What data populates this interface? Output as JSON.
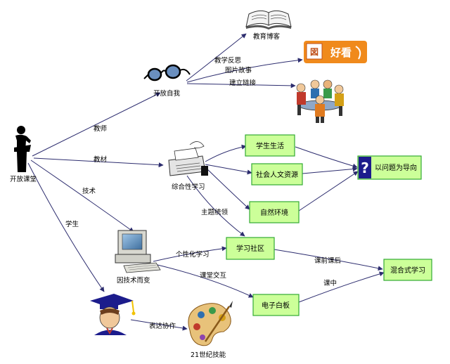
{
  "nodes": {
    "open_classroom": "开放课堂",
    "open_self": "开放自我",
    "edu_blog": "教育博客",
    "integrated_learning": "综合性学习",
    "tech_change": "因技术而变",
    "century_skills": "21世纪技能"
  },
  "boxes": {
    "student_life": "学生生活",
    "social_resources": "社会人文资源",
    "nature": "自然环境",
    "problem_oriented": "以问题为导向",
    "learning_community": "学习社区",
    "blended_learning": "混合式学习",
    "whiteboard": "电子白板"
  },
  "edges": {
    "teacher": "教师",
    "material": "教材",
    "technology": "技术",
    "student": "学生",
    "teaching_reflection": "教学反思",
    "picture_story": "图片故事",
    "build_links": "建立链接",
    "theme_guide": "主题统领",
    "personalized": "个性化学习",
    "class_interaction": "课堂交互",
    "before_after_class": "课前课后",
    "in_class": "课中",
    "expression_collab": "表达协作"
  },
  "logo": {
    "text": "好看"
  },
  "colors": {
    "box_fill": "#ccff99",
    "box_border": "#33aa33",
    "arrow": "#2c2c6e",
    "question_bg": "#1c1c8c",
    "logo_orange": "#f08a1c"
  },
  "icons": [
    "silhouette-teacher-icon",
    "book-icon",
    "logo-icon",
    "glasses-icon",
    "people-discussion-icon",
    "typewriter-icon",
    "question-icon",
    "computer-icon",
    "graduate-icon",
    "palette-icon"
  ]
}
